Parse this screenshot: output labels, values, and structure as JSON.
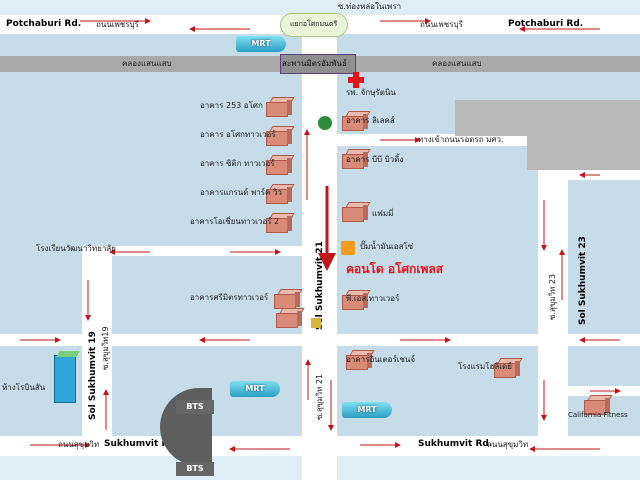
{
  "roads": {
    "top_west_en": "Potchaburi Rd.",
    "top_west_th": "ถนนเพชรบุรี",
    "top_east_th": "ถนนเพชรบุรี",
    "top_east_en": "Potchaburi Rd.",
    "top_north_th": "ซ.ท่องหล่อในเพรา",
    "soi21_en": "Sol Sukhumvit 21",
    "soi21_th": "ซ.สุขุมวิท 21",
    "soi19_en": "Sol Sukhumvit 19",
    "soi19_th": "ซ.สุขุมวิท19",
    "soi23_en": "Sol Sukhumvit 23",
    "soi23_th": "ซ.สุขุมวิท 23",
    "bottom_west_th": "ถนนสุขุมวิท",
    "bottom_west_en": "Sukhumvit Rd.",
    "bottom_east_en": "Sukhumvit Rd.",
    "bottom_east_th": "ถนนสุขุมวิท",
    "side_road_th": "ทางเข้าถนนรอดรถ มศว."
  },
  "canal": {
    "left": "คลองแสนแสบ",
    "bridge": "สะพานมิตรอัมพันธ์",
    "right": "คลองแสนแสบ",
    "junction": "แยกอโศกมนตรี"
  },
  "places": {
    "hospital": "รพ. จักษุรัตนิน",
    "b253": "อาคาร 253 อโศก",
    "asok_tower": "อาคาร อโศกทาวเวอร์",
    "citi_tower": "อาคาร ซิติก ทาวเวอร์",
    "grand_tower": "อาคารแกรนด์ พาร์ค วิว",
    "ocean_tower": "อาคารโอเชี่ยนทาวเวอร์ 2",
    "lakeview": "อาคาร ลิเลคส์",
    "bb_building": "อาคาร บีบี บิวดิ้ง",
    "family": "แฟมมี่",
    "gas": "ปั๊มน้ำมันเอสโซ่",
    "condo": "คอนโด อโศกเพลส",
    "pt_tower": "พี.เอส.ทาวเวอร์",
    "srimitr": "อาคารศรีมิตรทาวเวอร์",
    "school": "โรงเรียนวัฒนาวิทยาลัย",
    "robinson": "ห้างโรบินสัน",
    "interchange": "อาคารอินเตอร์เชนจ์",
    "hotel": "โรงแรมโฮลิเดย์",
    "fitness": "California Fitness",
    "mrt1": "MRT",
    "mrt2": "MRT",
    "mrt3": "MRT",
    "bts1": "BTS",
    "bts2": "BTS"
  },
  "colors": {
    "block": "#c6dde9",
    "road": "#ffffff",
    "canal": "#a9a9a9",
    "arrow": "#c0151a",
    "condo_text": "#e3141c",
    "hospital": "#e4141c"
  }
}
